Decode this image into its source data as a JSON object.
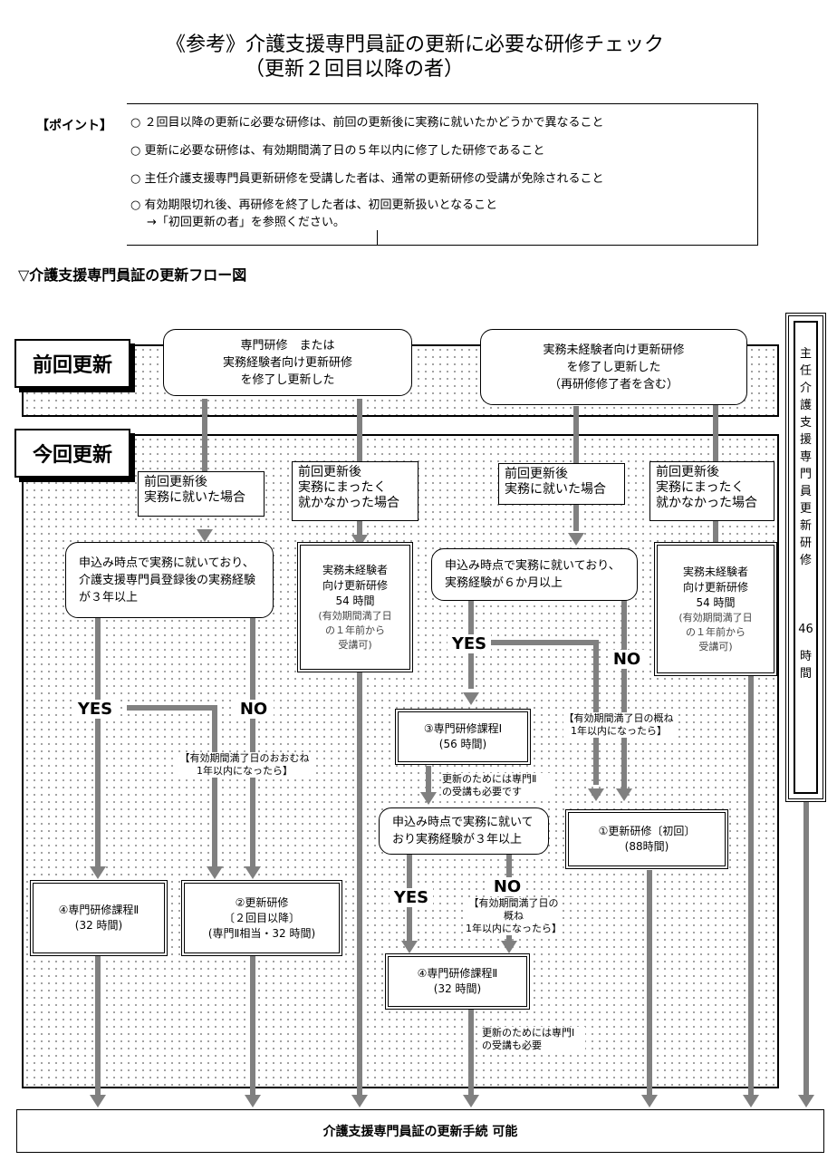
{
  "title": {
    "line1": "《参考》介護支援専門員証の更新に必要な研修チェック",
    "line2": "（更新２回目以降の者）"
  },
  "point": {
    "label": "【ポイント】",
    "items": [
      "○  ２回目以降の更新に必要な研修は、前回の更新後に実務に就いたかどうかで異なること",
      "○  更新に必要な研修は、有効期間満了日の５年以内に修了した研修であること",
      "○  主任介護支援専門員更新研修を受講した者は、通常の更新研修の受講が免除されること",
      "○  有効期限切れ後、再研修を終了した者は、初回更新扱いとなること",
      "→「初回更新の者」を参照ください。"
    ]
  },
  "flow_title": "▽介護支援専門員証の更新フロー図",
  "sections": {
    "previous": "前回更新",
    "current": "今回更新"
  },
  "top_boxes": {
    "left": "専門研修　または\n実務経験者向け更新研修\nを修了し更新した",
    "right": "実務未経験者向け更新研修\nを修了し更新した\n（再研修修了者を含む）"
  },
  "conditions": {
    "worked": "前回更新後\n実務に就いた場合",
    "not_worked": "前回更新後\n実務にまったく\n就かなかった場合"
  },
  "question_left": "申込み時点で実務に就いており、\n介護支援専門員登録後の実務経験\nが３年以上",
  "question_right": "申込み時点で実務に就いており、\n実務経験が６か月以上",
  "question_mid": "申込み時点で実務に就いて\nおり実務経験が３年以上",
  "unexp_course": {
    "title": "実務未経験者\n向け更新研修",
    "hours": "54 時間",
    "note": "(有効期間満了日\nの１年前から\n受講可)"
  },
  "yes": "YES",
  "no": "NO",
  "note_approx1": "【有効期間満了日のおおむね\n1年以内になったら】",
  "note_approx2": "【有効期間満了日の概ね\n1年以内になったら】",
  "note_approx3": "【有効期間満了日の概ね\n1年以内になったら】",
  "course_1": {
    "title": "③専門研修課程Ⅰ",
    "hours": "(56 時間)"
  },
  "course_first": {
    "title": "①更新研修〔初回〕",
    "hours": "(88時間)"
  },
  "course_4a": {
    "title": "④専門研修課程Ⅱ",
    "hours": "(32 時間)"
  },
  "course_2": {
    "title": "②更新研修",
    "sub": "〔２回目以降〕",
    "hours": "(専門Ⅱ相当・32 時間)"
  },
  "course_4b": {
    "title": "④専門研修課程Ⅱ",
    "hours": "(32 時間)"
  },
  "note_need2": "更新のためには専門Ⅱ\nの受講も必要です",
  "note_need1": "更新のためには専門Ⅰ\nの受講も必要",
  "side": {
    "text": "主任介護支援専門員更新研修",
    "hours": "46",
    "unit": "時間"
  },
  "final": "介護支援専門員証の更新手続 可能"
}
